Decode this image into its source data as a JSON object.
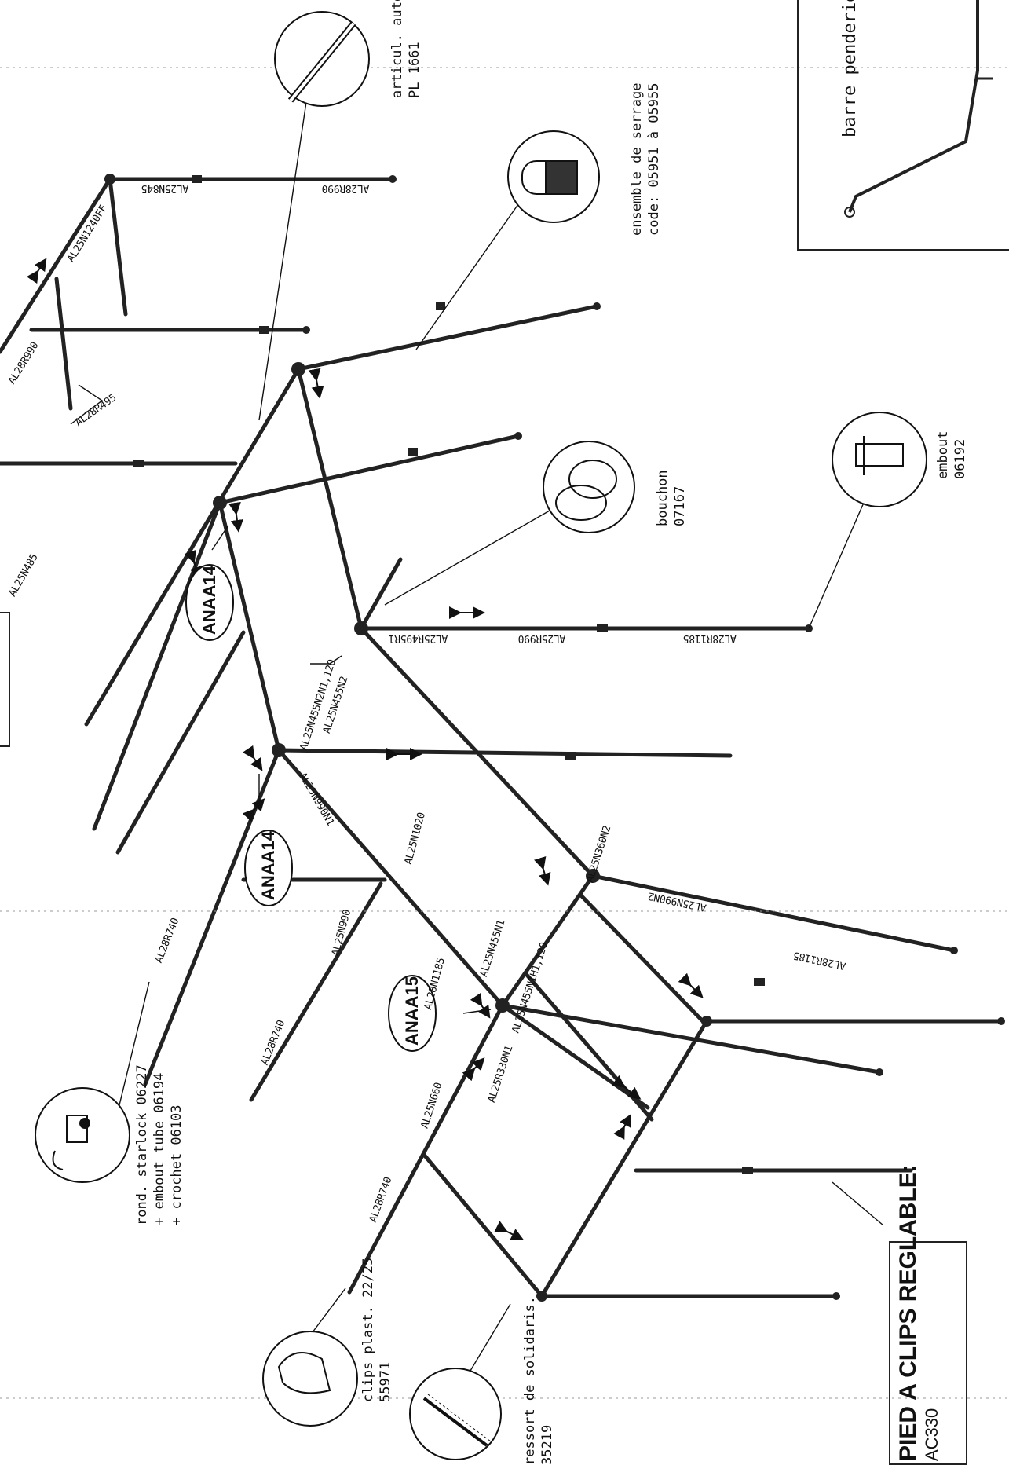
{
  "diagram": {
    "callouts": {
      "articul": {
        "line1": "articul. auto",
        "line2": "PL 1661"
      },
      "serrage": {
        "line1": "ensemble de serrage",
        "line2": "code: 05951 à 05955"
      },
      "bouchon": {
        "line1": "bouchon",
        "line2": "07167"
      },
      "embout": {
        "line1": "embout",
        "line2": "06192"
      },
      "starlock": {
        "line1": "rond. starlock  06227",
        "line2": "+ embout tube  06194",
        "line3": "+ crochet  06103"
      },
      "clips": {
        "line1": "clips plast. 22/25",
        "line2": "55971"
      },
      "ressort": {
        "line1": "ressort de solidaris.",
        "line2": "35219"
      }
    },
    "penderie_label": "barre penderie",
    "pied_box": {
      "title": "PIED A CLIPS REGLABLE:",
      "code": "AC330"
    },
    "joints": [
      {
        "id": "j1",
        "label": "ANAA14"
      },
      {
        "id": "j2",
        "label": "ANAA14"
      },
      {
        "id": "j3",
        "label": "ANAA15"
      }
    ],
    "part_codes": [
      "AL25N845",
      "AL28R990",
      "AL25N1240FF",
      "AL28R990",
      "AL28R495",
      "AL25N485",
      "AL25R495R1",
      "AL25R990",
      "AL28R1185",
      "AL25N455N2N1,120",
      "AL25N455N2",
      "AL25N990N1",
      "AL25N1020",
      "AL28R740",
      "AL25N990",
      "AL25N360N2",
      "AL25N990N2",
      "AL28R1185",
      "AL25N455N1",
      "AL25N455N1H1,120",
      "AL28N1185",
      "AL25R330N1",
      "AL28R740",
      "AL25N660",
      "AL28R740"
    ]
  }
}
